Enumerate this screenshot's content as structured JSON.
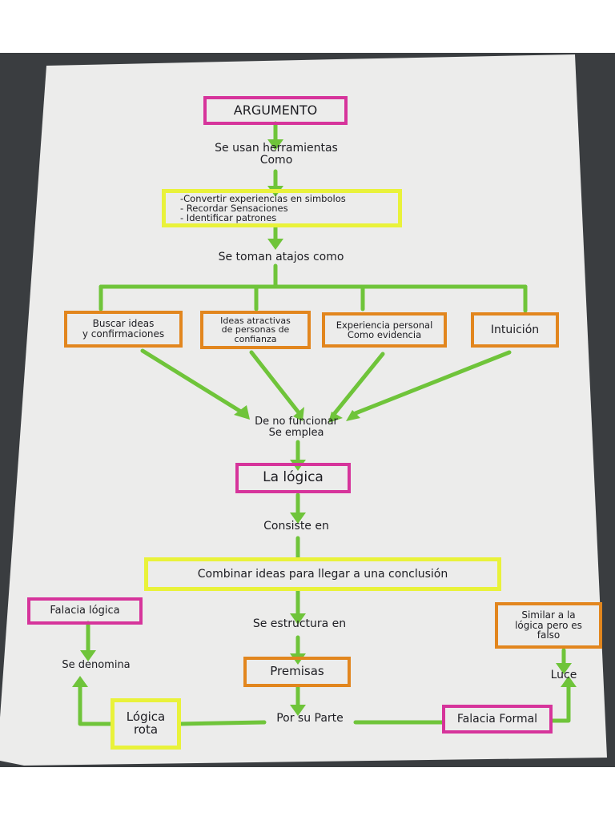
{
  "diagram": {
    "title": "ARGUMENTO",
    "tools_label": "Se usan herramientas\nComo",
    "tools_box": "-Convertir experiencias en simbolos\n- Recordar Sensaciones\n- Identificar patrones",
    "shortcuts_label": "Se toman atajos como",
    "shortcuts": [
      "Buscar ideas\ny confirmaciones",
      "Ideas atractivas\nde personas de\nconfianza",
      "Experiencia personal\nComo evidencia",
      "Intuición"
    ],
    "fallback_label": "De no funcionar\nSe emplea",
    "logic": "La lógica",
    "consists_label": "Consiste en",
    "combine_box": "Combinar ideas para llegar a una conclusión",
    "structure_label": "Se estructura en",
    "premises": "Premisas",
    "by_part_label": "Por su Parte",
    "logical_fallacy": "Falacia lógica",
    "called_label": "Se denomina",
    "broken_logic": "Lógica\nrota",
    "formal_fallacy": "Falacia Formal",
    "looks_label": "Luce",
    "similar_box": "Similar a la\nlógica pero es\nfalso"
  },
  "colors": {
    "magenta": "#d6349b",
    "yellow": "#e9f23a",
    "orange": "#e2861e",
    "green": "#6fc43a",
    "ink": "#1d1d22",
    "paper": "#ececeb"
  }
}
